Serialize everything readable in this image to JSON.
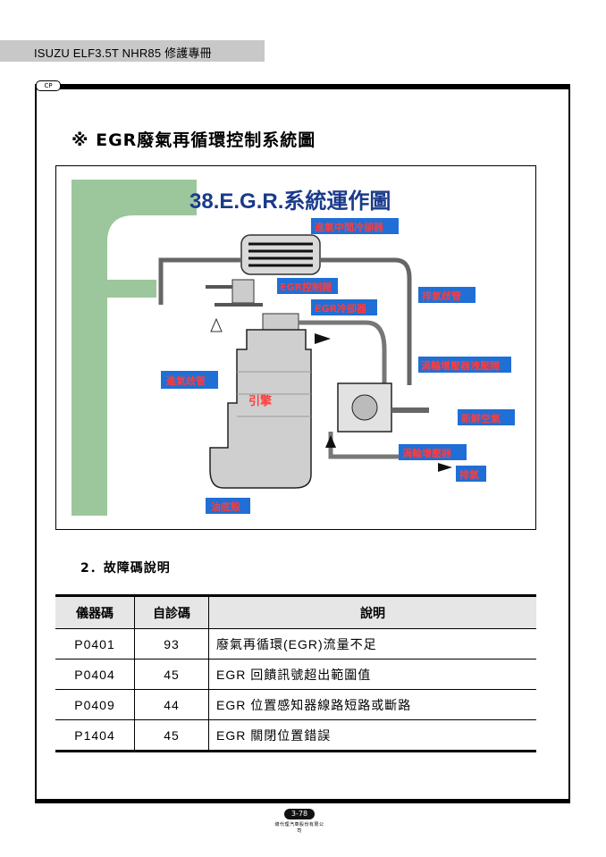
{
  "header": {
    "title": "ISUZU ELF3.5T NHR85  修護專冊"
  },
  "page_tab": "CP",
  "section_title": "※  EGR廢氣再循環控制系統圖",
  "diagram": {
    "title": "38.E.G.R.系統運作圖",
    "labels": {
      "intercooler": "進氣中間冷卻器",
      "egr_valve": "EGR控制閥",
      "egr_cooler": "EGR冷卻器",
      "exhaust_manifold": "排氣歧管",
      "turbo_wastegate": "渦輪增壓器洩壓閥",
      "intake_manifold": "進氣歧管",
      "engine": "引擎",
      "fresh_air": "新鮮空氣",
      "turbocharger": "渦輪增壓器",
      "exhaust": "排氣",
      "oil_pan": "油底殼"
    },
    "colors": {
      "green_band": "#9cc69c",
      "label_bg": "#1f6fd6",
      "label_text": "#ff3b3b"
    }
  },
  "subsection": "2．故障碼說明",
  "table": {
    "headers": [
      "儀器碼",
      "自診碼",
      "說明"
    ],
    "rows": [
      [
        "P0401",
        "93",
        "廢氣再循環(EGR)流量不足"
      ],
      [
        "P0404",
        "45",
        "EGR 回饋訊號超出範圍值"
      ],
      [
        "P0409",
        "44",
        "EGR 位置感知器線路短路或斷路"
      ],
      [
        "P1404",
        "45",
        "EGR 關閉位置錯誤"
      ]
    ]
  },
  "footer": {
    "page": "3-78",
    "publisher": "總代理汽車股份有限公司"
  }
}
